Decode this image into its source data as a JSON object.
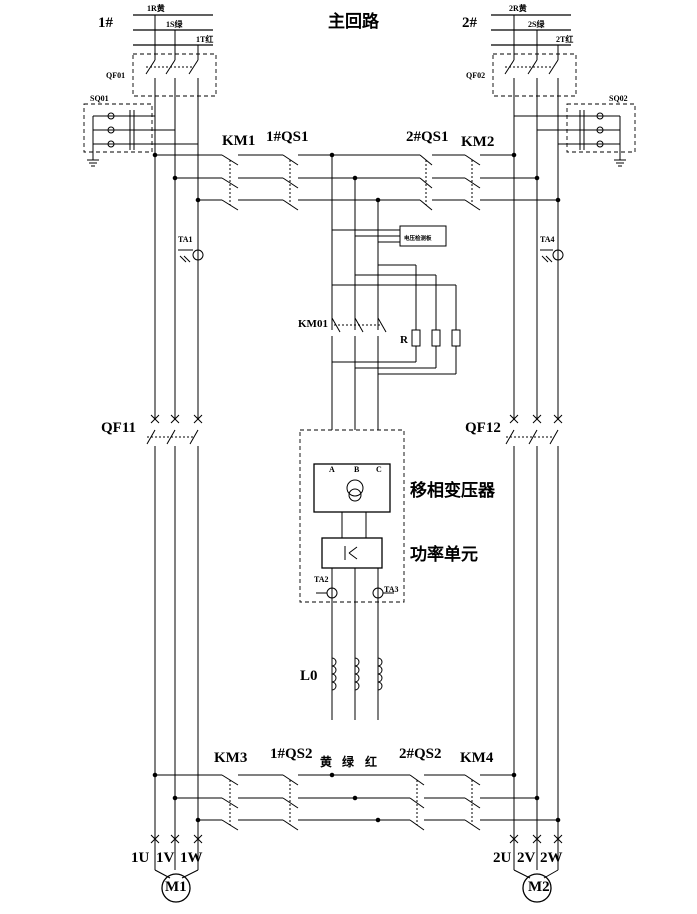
{
  "title": "主回路",
  "source1": {
    "label": "1#",
    "phases": [
      "1R黄",
      "1S绿",
      "1T红"
    ]
  },
  "source2": {
    "label": "2#",
    "phases": [
      "2R黄",
      "2S绿",
      "2T红"
    ]
  },
  "breakers": {
    "qf01": "QF01",
    "qf02": "QF02",
    "qf11": "QF11",
    "qf12": "QF12"
  },
  "sensors": {
    "sq01": "SQ01",
    "sq02": "SQ02",
    "ta1": "TA1",
    "ta2": "TA2",
    "ta3": "TA3",
    "ta4": "TA4"
  },
  "contactors": {
    "km1": "KM1",
    "km2": "KM2",
    "km3": "KM3",
    "km4": "KM4",
    "km01": "KM01"
  },
  "switches": {
    "qs1_1": "1#QS1",
    "qs1_2": "2#QS1",
    "qs2_1": "1#QS2",
    "qs2_2": "2#QS2"
  },
  "voltage_board": "电压检测板",
  "resistor": "R",
  "transformer": {
    "label": "移相变压器",
    "phases": [
      "A",
      "B",
      "C"
    ]
  },
  "power_unit": "功率单元",
  "reactor": "L0",
  "output_colors": [
    "黄",
    "绿",
    "红"
  ],
  "motor1": {
    "name": "M1",
    "terminals": [
      "1U",
      "1V",
      "1W"
    ]
  },
  "motor2": {
    "name": "M2",
    "terminals": [
      "2U",
      "2V",
      "2W"
    ]
  }
}
